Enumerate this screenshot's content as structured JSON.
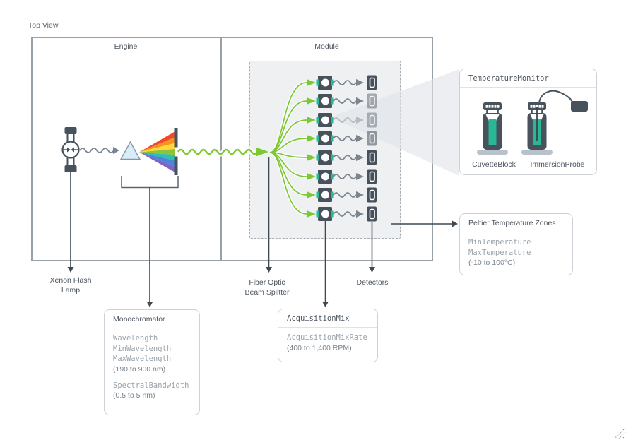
{
  "diagram": {
    "view_label": "Top View",
    "engine": {
      "label": "Engine"
    },
    "module": {
      "label": "Module"
    },
    "component_labels": {
      "xenon_line1": "Xenon Flash",
      "xenon_line2": "Lamp",
      "fiber_line1": "Fiber Optic",
      "fiber_line2": "Beam Splitter",
      "detectors": "Detectors"
    },
    "callouts": {
      "temperature_monitor": {
        "title": "TemperatureMonitor",
        "items": [
          {
            "label": "CuvetteBlock"
          },
          {
            "label": "ImmersionProbe"
          }
        ]
      },
      "peltier": {
        "title": "Peltier Temperature Zones",
        "prop1": "MinTemperature",
        "prop2": "MaxTemperature",
        "range": "(-10 to 100°C)"
      },
      "monochromator": {
        "title": "Monochromator",
        "prop1": "Wavelength",
        "prop2": "MinWavelength",
        "prop3": "MaxWavelength",
        "range1": "(190 to 900 nm)",
        "prop4": "SpectralBandwidth",
        "range2": "(0.5 to 5 nm)"
      },
      "acquisition_mix": {
        "title": "AcquisitionMix",
        "prop1": "AcquisitionMixRate",
        "range": "(400 to 1,400 RPM)"
      }
    },
    "colors": {
      "accent_green": "#7dc832",
      "accent_teal": "#2ab794",
      "slate": "#47525d"
    }
  }
}
